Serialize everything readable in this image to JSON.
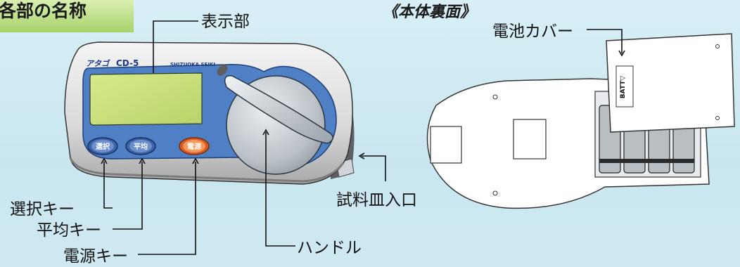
{
  "header": {
    "title": "各部の名称",
    "back_view_title": "《本体裏面》"
  },
  "device": {
    "logo": "アタゴ",
    "model": "CD-5",
    "maker": "SHIZUOKA SEIKI",
    "keys": [
      "選択",
      "平均",
      "電源"
    ],
    "battery_label": "BATT▽"
  },
  "labels": {
    "display": "表示部",
    "select_key": "選択キー",
    "average_key": "平均キー",
    "power_key": "電源キー",
    "handle": "ハンドル",
    "sample_inlet": "試料皿入口",
    "battery_cover": "電池カバー"
  },
  "colors": {
    "accent_green": "#7fb23a",
    "bezel_blue": "#4f7fc4",
    "power_key": "#f07a3a",
    "lcd": "#cfe37a"
  }
}
